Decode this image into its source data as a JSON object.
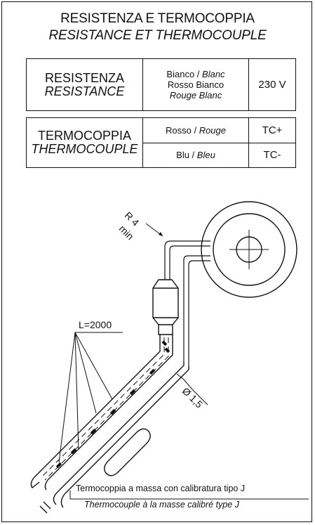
{
  "header": {
    "title_it": "RESISTENZA E TERMOCOPPIA",
    "title_fr": "RESISTANCE ET THERMOCOUPLE"
  },
  "resistance_table": {
    "name_it": "RESISTENZA",
    "name_fr": "RESISTANCE",
    "wire_1_it": "Bianco /",
    "wire_1_fr": "Blanc",
    "wire_2_it": "Rosso Bianco",
    "wire_2_fr": "Rouge Blanc",
    "voltage": "230 V"
  },
  "thermocouple_table": {
    "name_it": "TERMOCOPPIA",
    "name_fr": "THERMOCOUPLE",
    "rows": [
      {
        "wire_it": "Rosso /",
        "wire_fr": "Rouge",
        "terminal": "TC+"
      },
      {
        "wire_it": "Blu /",
        "wire_fr": "Bleu",
        "terminal": "TC-"
      }
    ]
  },
  "drawing": {
    "bend_radius": "R 4",
    "bend_radius_note": "min",
    "length": "L=2000",
    "diameter": "Ø 1,5"
  },
  "caption": {
    "line_it": "Termocoppia a massa con calibratura tipo J",
    "line_fr": "Thermocouple à la masse calibré type J"
  }
}
